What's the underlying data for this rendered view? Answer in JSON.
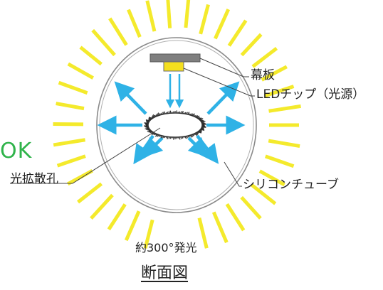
{
  "colors": {
    "rays": "#f4ea2c",
    "arrows": "#2fb2e6",
    "chip": "#f4df1e",
    "board": "#808080",
    "tube": "#888888",
    "ok_text": "#2fb34a",
    "text": "#222222"
  },
  "partial_text": "OK",
  "labels": {
    "makuita": "幕板",
    "led_chip": "LEDチップ（光源）",
    "diffuser_hole": "光拡散孔",
    "silicone_tube": "シリコンチューブ",
    "emission_angle": "約300°発光",
    "section_view": "断面図"
  }
}
